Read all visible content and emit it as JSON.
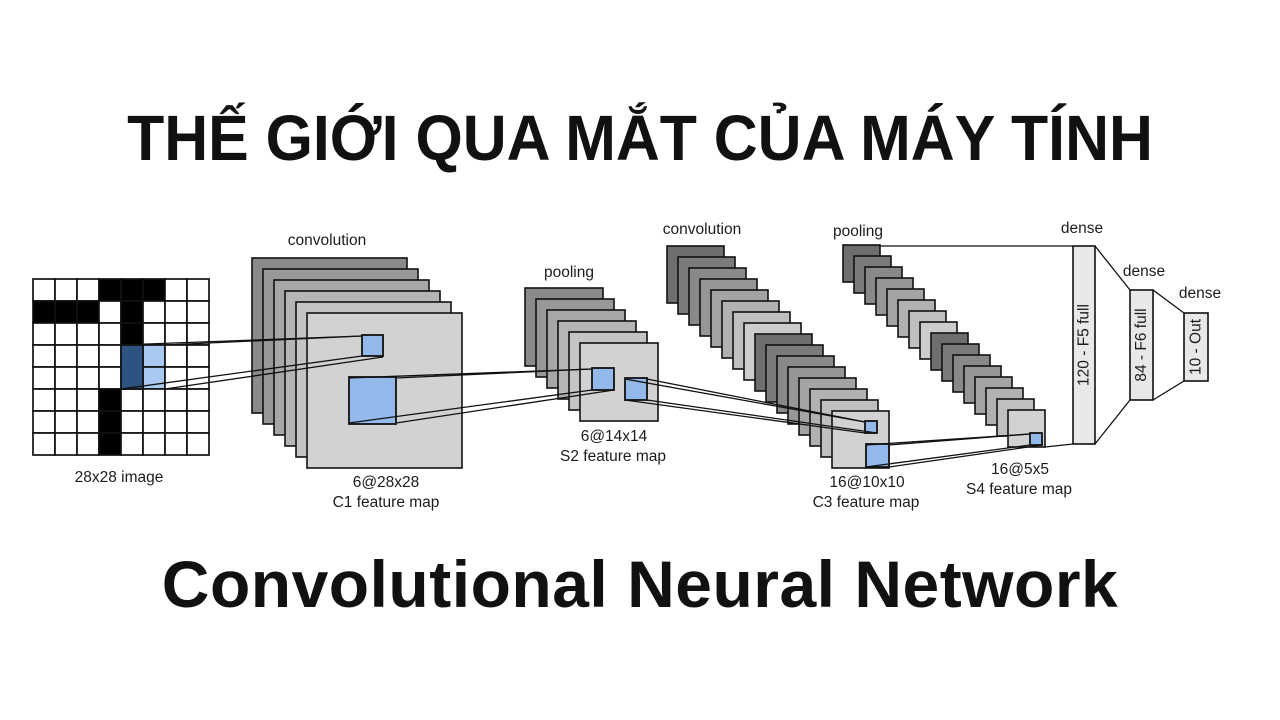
{
  "title": "THẾ GIỚI QUA MẮT CỦA MÁY TÍNH",
  "subtitle": "Convolutional Neural Network",
  "colors": {
    "background": "#ffffff",
    "ink": "#111111",
    "highlight_blue": "#92b9ea",
    "dark_blue_pixel": "#2d5480",
    "light_blue_pixel": "#a9c9f1",
    "dense_bar_fill": "#e8e8e8",
    "sheet_front_gray": "#d2d2d2",
    "sheet_back_gray": "#6e6e6e"
  },
  "diagram": {
    "input": {
      "label": "28x28 image",
      "rows": 8,
      "cols": 8,
      "black_cells": [
        [
          0,
          3
        ],
        [
          0,
          4
        ],
        [
          0,
          5
        ],
        [
          1,
          0
        ],
        [
          1,
          1
        ],
        [
          1,
          2
        ],
        [
          1,
          4
        ],
        [
          2,
          4
        ],
        [
          5,
          3
        ],
        [
          6,
          3
        ],
        [
          7,
          3
        ]
      ],
      "dark_blue_cells": [
        [
          3,
          4
        ],
        [
          4,
          4
        ]
      ],
      "light_blue_cells": [
        [
          3,
          5
        ],
        [
          4,
          5
        ]
      ]
    },
    "ops": [
      "convolution",
      "pooling",
      "convolution",
      "pooling",
      "dense",
      "dense",
      "dense"
    ],
    "layers": [
      {
        "id": "C1",
        "maps": 6,
        "size_label": "6@28x28",
        "name_label": "C1 feature map",
        "op": "convolution"
      },
      {
        "id": "S2",
        "maps": 6,
        "size_label": "6@14x14",
        "name_label": "S2 feature map",
        "op": "pooling"
      },
      {
        "id": "C3",
        "maps": 16,
        "size_label": "16@10x10",
        "name_label": "C3 feature map",
        "op": "convolution"
      },
      {
        "id": "S4",
        "maps": 16,
        "size_label": "16@5x5",
        "name_label": "S4 feature map",
        "op": "pooling"
      }
    ],
    "dense_layers": [
      {
        "id": "F5",
        "label": "120 - F5 full",
        "op": "dense"
      },
      {
        "id": "F6",
        "label": "84 - F6 full",
        "op": "dense"
      },
      {
        "id": "Out",
        "label": "10 - Out",
        "op": "dense"
      }
    ]
  }
}
